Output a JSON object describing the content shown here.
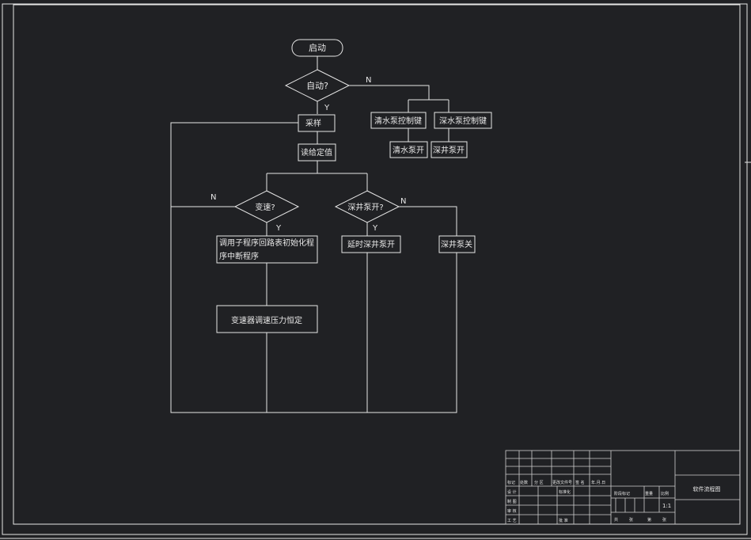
{
  "flow": {
    "start": "启动",
    "auto_q": "自动?",
    "auto_yes": "Y",
    "auto_no": "N",
    "sample": "采样",
    "read_setpoint": "读给定值",
    "freq_q": "变速?",
    "freq_yes": "Y",
    "freq_no": "N",
    "deep_q": "深井泵开?",
    "deep_yes": "Y",
    "deep_no": "N",
    "call_sub_line1": "调用子程序回路表初始化程",
    "call_sub_line2": "序中断程序",
    "vfd_adjust": "变速器调速压力恒定",
    "delay_deep_on": "延时深井泵开",
    "deep_off": "深井泵关",
    "clear_key": "清水泵控制键",
    "deep_key": "深水泵控制键",
    "clear_on": "清水泵开",
    "deep_on": "深井泵开"
  },
  "title_block": {
    "drawing_title": "软件流程图",
    "h_mark": "标记",
    "h_count": "处数",
    "h_zone": "分 区",
    "h_docno": "更改文件号",
    "h_sign": "签 名",
    "h_date": "年.月.日",
    "r_design": "设 计",
    "r_std": "标准化",
    "r_draw": "制 图",
    "r_check": "审 核",
    "r_proc": "工 艺",
    "r_approve": "批 准",
    "stage_mark": "阶段标记",
    "weight": "重量",
    "scale": "比例",
    "scale_val": "1:1",
    "sheets_total": "共",
    "sheets_total_unit": "张",
    "sheet_no": "第",
    "sheet_no_unit": "张"
  }
}
